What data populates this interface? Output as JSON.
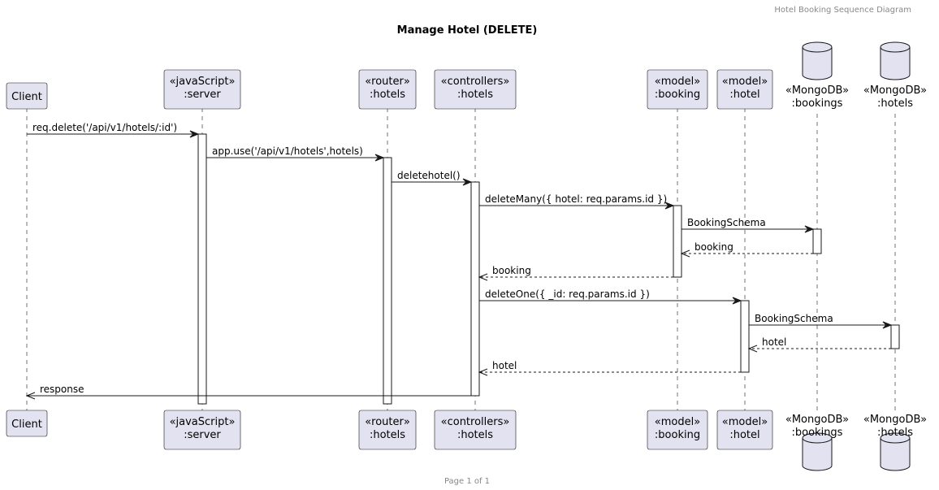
{
  "header": "Hotel Booking Sequence Diagram",
  "title": "Manage Hotel (DELETE)",
  "footer": "Page 1 of 1",
  "colors": {
    "participant_fill": "#e2e2f0",
    "line": "#181818",
    "header_text": "#888888"
  },
  "participants": [
    {
      "id": "client",
      "kind": "participant",
      "lines": [
        "Client"
      ]
    },
    {
      "id": "server",
      "kind": "participant",
      "lines": [
        "«javaScript»",
        ":server"
      ]
    },
    {
      "id": "router",
      "kind": "participant",
      "lines": [
        "«router»",
        ":hotels"
      ]
    },
    {
      "id": "controller",
      "kind": "participant",
      "lines": [
        "«controllers»",
        ":hotels"
      ]
    },
    {
      "id": "model_booking",
      "kind": "participant",
      "lines": [
        "«model»",
        ":booking"
      ]
    },
    {
      "id": "model_hotel",
      "kind": "participant",
      "lines": [
        "«model»",
        ":hotel"
      ]
    },
    {
      "id": "db_bookings",
      "kind": "database",
      "lines": [
        "«MongoDB»",
        ":bookings"
      ]
    },
    {
      "id": "db_hotels",
      "kind": "database",
      "lines": [
        "«MongoDB»",
        ":hotels"
      ]
    }
  ],
  "messages": [
    {
      "from": "client",
      "to": "server",
      "label": "req.delete('/api/v1/hotels/:id')",
      "type": "sync"
    },
    {
      "from": "server",
      "to": "router",
      "label": "app.use('/api/v1/hotels',hotels)",
      "type": "sync"
    },
    {
      "from": "router",
      "to": "controller",
      "label": "deletehotel()",
      "type": "sync"
    },
    {
      "from": "controller",
      "to": "model_booking",
      "label": "deleteMany({ hotel: req.params.id })",
      "type": "sync"
    },
    {
      "from": "model_booking",
      "to": "db_bookings",
      "label": "BookingSchema",
      "type": "sync"
    },
    {
      "from": "db_bookings",
      "to": "model_booking",
      "label": "booking",
      "type": "return"
    },
    {
      "from": "model_booking",
      "to": "controller",
      "label": "booking",
      "type": "return"
    },
    {
      "from": "controller",
      "to": "model_hotel",
      "label": "deleteOne({ _id: req.params.id })",
      "type": "sync"
    },
    {
      "from": "model_hotel",
      "to": "db_hotels",
      "label": "BookingSchema",
      "type": "sync"
    },
    {
      "from": "db_hotels",
      "to": "model_hotel",
      "label": "hotel",
      "type": "return"
    },
    {
      "from": "model_hotel",
      "to": "controller",
      "label": "hotel",
      "type": "return"
    },
    {
      "from": "controller",
      "to": "client",
      "label": "response",
      "type": "reply"
    }
  ]
}
